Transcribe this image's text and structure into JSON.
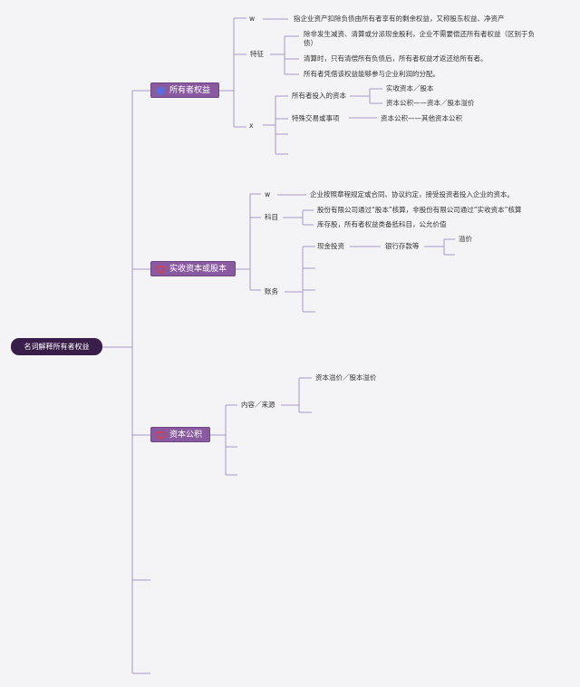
{
  "root": "名词解释所有者权益",
  "nodes": {
    "owners_equity": {
      "label": "所有者权益",
      "w": "w",
      "w_desc": "指企业资产扣除负债由所有者享有的剩余权益，又称股东权益、净资产",
      "traits": "特征",
      "trait_1": "除非发生减资、清算或分派现金股利，企业不需要偿还所有者权益（区别于负债）",
      "trait_2": "清算时，只有清偿所有负债后，所有者权益才返还给所有者。",
      "trait_3": "所有者凭借该权益能够参与企业利润的分配。",
      "x": "x",
      "owner_input": "所有者投入的资本",
      "paid_in": "实收资本／股本",
      "surplus_chain": "资本公积——资本／股本溢价",
      "special": "特殊交易或事项",
      "other_surplus": "资本公积——其他资本公积"
    },
    "paid_in_capital": {
      "label": "实收资本或股本",
      "w": "w",
      "w_desc": "企业按照章程规定或合同、协议约定，接受投资者投入企业的资本。",
      "account": "科目",
      "account_1": "股份有限公司通过“股本”核算，非股份有限公司通过“实收资本”核算",
      "account_2": "库存股，所有者权益类备抵科目，公允价值",
      "ledger": "账务",
      "cash_invest": "现金投资",
      "bank": "银行存款等",
      "premium": "溢价"
    },
    "capital_surplus": {
      "label": "资本公积",
      "content": "内容／来源",
      "premium": "资本溢价／股本溢价"
    }
  },
  "colors": {
    "box": "#8a5aa0",
    "root": "#3a1e4a",
    "line": "#a898c8",
    "icon_blue": "#5a6de0",
    "icon_red": "#e23a3a"
  },
  "icons": {
    "owners_equity": "circle-icon",
    "paid_in_capital": "heart-icon",
    "capital_surplus": "heart-icon"
  }
}
